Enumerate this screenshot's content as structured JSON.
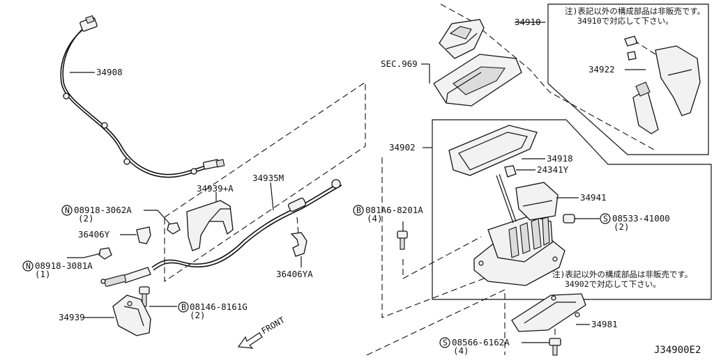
{
  "diagram": {
    "labels": {
      "p34908": "34908",
      "p34939a": "34939+A",
      "p34935m": "34935M",
      "n08918_3062a": "08918-3062A",
      "n08918_3062a_qty": "(2)",
      "p36406y": "36406Y",
      "n08918_3081a": "08918-3081A",
      "n08918_3081a_qty": "(1)",
      "p36406ya": "36406YA",
      "b08146_8161g": "08146-8161G",
      "b08146_8161g_qty": "(2)",
      "p34939": "34939",
      "front": "FRONT",
      "b081a6_8201a": "081A6-8201A",
      "b081a6_8201a_qty": "(4)",
      "sec969": "SEC.969",
      "p34910": "34910",
      "p34922": "34922",
      "p34902": "34902",
      "p34918": "34918",
      "p24341y": "24341Y",
      "p34941": "34941",
      "s08533_41000": "08533-41000",
      "s08533_41000_qty": "(2)",
      "s08566_6162a": "08566-6162A",
      "s08566_6162a_qty": "(4)",
      "p34981": "34981",
      "code": "J34900E2"
    },
    "symbols": {
      "N": "N",
      "B": "B",
      "S": "S"
    },
    "notes": {
      "box1_line1": "注)表記以外の構成部品は非販売です。",
      "box1_line2": "34910で対応して下さい。",
      "box2_line1": "注)表記以外の構成部品は非販売です。",
      "box2_line2": "34902で対応して下さい。"
    }
  }
}
